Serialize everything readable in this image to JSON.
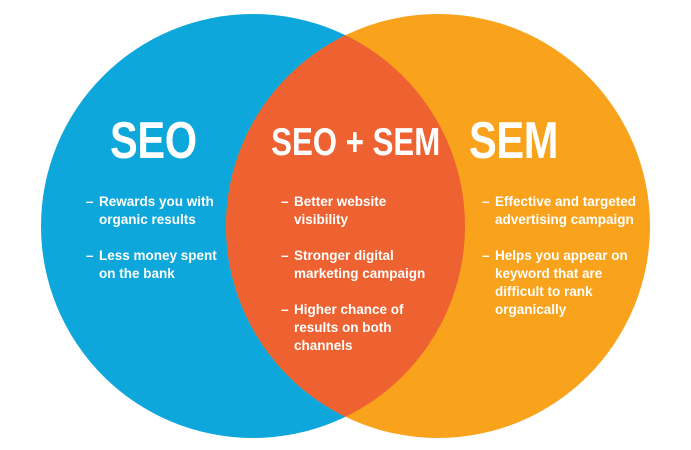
{
  "colors": {
    "seo_circle": "#0da7db",
    "sem_circle": "#f9a21b",
    "overlap": "#ee6130",
    "text": "#ffffff",
    "background": "#ffffff"
  },
  "bullet_marker": "–",
  "sections": [
    {
      "name": "seo",
      "title": "SEO",
      "bullets": [
        "Rewards you with organic results",
        "Less money spent on the bank"
      ]
    },
    {
      "name": "overlap",
      "title": "SEO + SEM",
      "bullets": [
        "Better website visibility",
        "Stronger digital marketing campaign",
        "Higher chance of results on both channels"
      ]
    },
    {
      "name": "sem",
      "title": "SEM",
      "bullets": [
        "Effective and targeted advertising campaign",
        "Helps you appear on keyword that are difficult to rank organically"
      ]
    }
  ]
}
